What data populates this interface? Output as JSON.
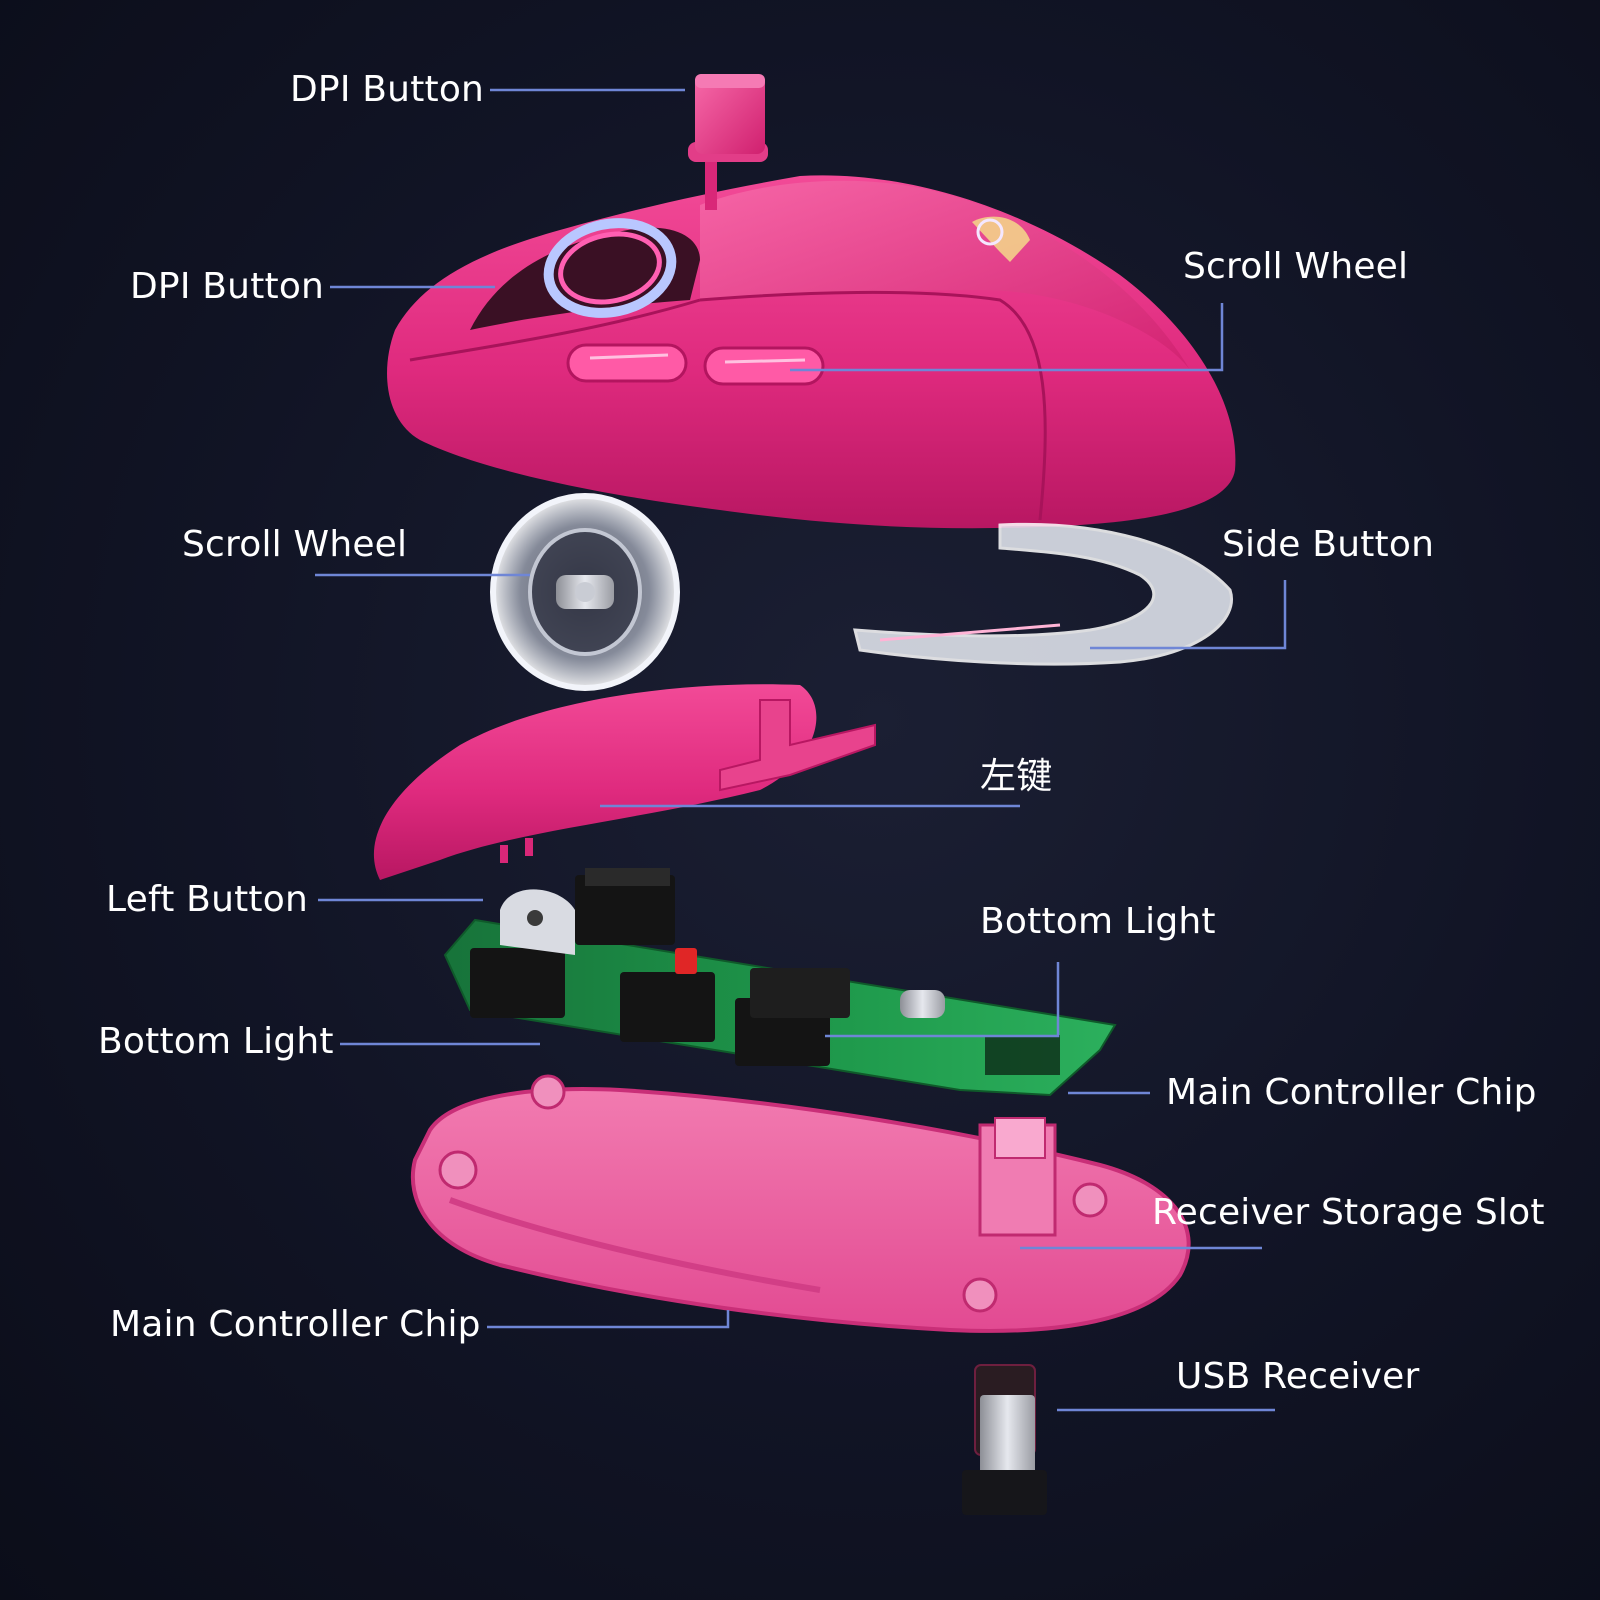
{
  "colors": {
    "background": "#111425",
    "shell_pink": "#e0277d",
    "leader_line": "#6f86d6",
    "pcb_green": "#1d8a43",
    "label_text": "#ffffff"
  },
  "labels": {
    "dpi_button_top": "DPI Button",
    "dpi_button_left": "DPI Button",
    "scroll_wheel_right": "Scroll Wheel",
    "scroll_wheel_left": "Scroll Wheel",
    "side_button": "Side Button",
    "left_key_cn": "左键",
    "left_button": "Left Button",
    "bottom_light_right": "Bottom Light",
    "bottom_light_left": "Bottom Light",
    "main_chip_right": "Main Controller Chip",
    "receiver_slot": "Receiver Storage Slot",
    "main_chip_left": "Main Controller Chip",
    "usb_receiver": "USB Receiver"
  }
}
